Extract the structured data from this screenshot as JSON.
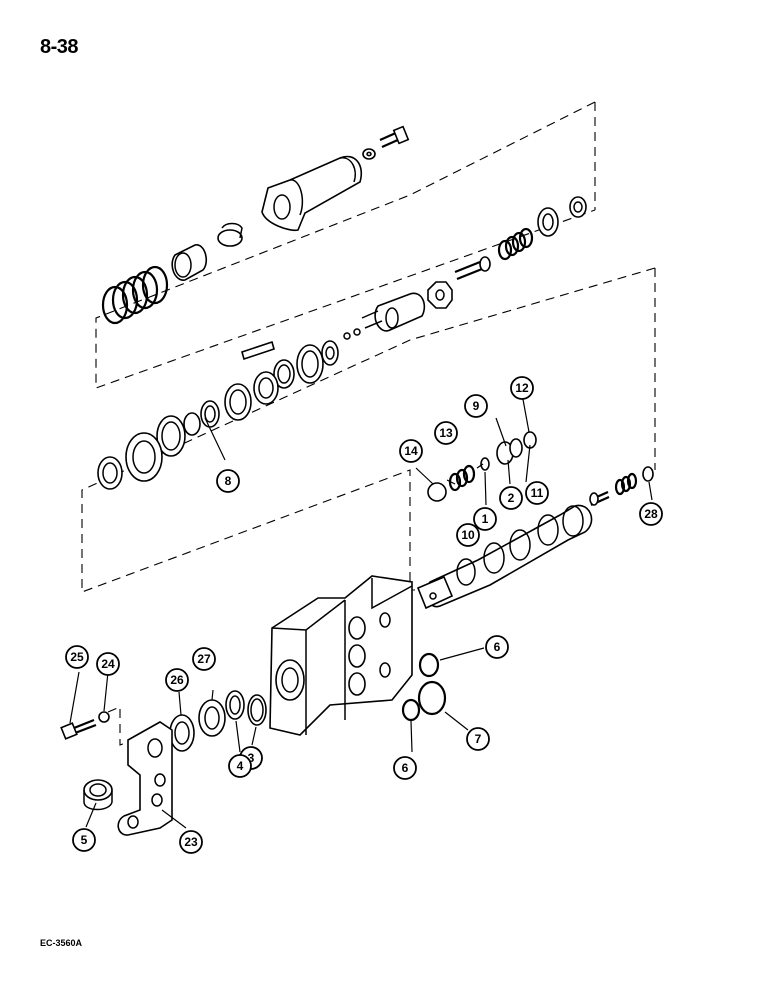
{
  "page": {
    "number": "8-38",
    "figure_code": "EC-3560A"
  },
  "callouts": [
    {
      "id": "c1",
      "label": "1"
    },
    {
      "id": "c2",
      "label": "2"
    },
    {
      "id": "c3",
      "label": "3"
    },
    {
      "id": "c4",
      "label": "4"
    },
    {
      "id": "c5",
      "label": "5"
    },
    {
      "id": "c6a",
      "label": "6"
    },
    {
      "id": "c6b",
      "label": "6"
    },
    {
      "id": "c7",
      "label": "7"
    },
    {
      "id": "c8",
      "label": "8"
    },
    {
      "id": "c9",
      "label": "9"
    },
    {
      "id": "c10",
      "label": "10"
    },
    {
      "id": "c11",
      "label": "11"
    },
    {
      "id": "c12",
      "label": "12"
    },
    {
      "id": "c13",
      "label": "13"
    },
    {
      "id": "c14",
      "label": "14"
    },
    {
      "id": "c23",
      "label": "23"
    },
    {
      "id": "c24",
      "label": "24"
    },
    {
      "id": "c25",
      "label": "25"
    },
    {
      "id": "c26",
      "label": "26"
    },
    {
      "id": "c27",
      "label": "27"
    },
    {
      "id": "c28",
      "label": "28"
    }
  ]
}
